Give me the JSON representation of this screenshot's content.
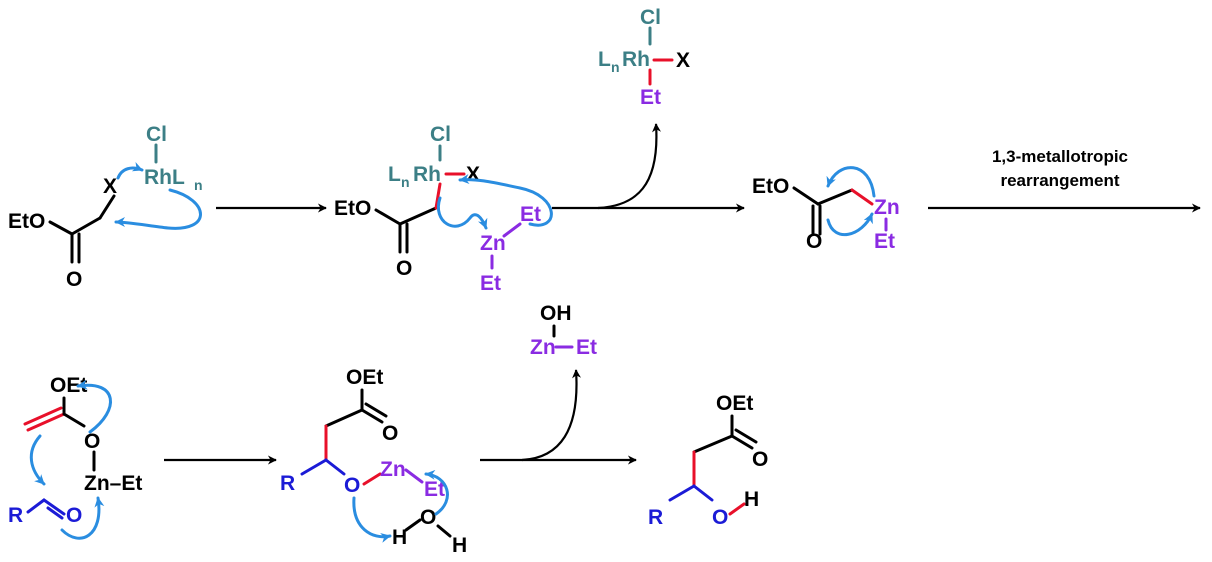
{
  "colors": {
    "black": "#000000",
    "metal_rh": "#3c7f86",
    "zinc_ethyl": "#8a2be2",
    "aldehyde": "#1b1bd6",
    "new_bond": "#e8102a",
    "electron_arrow": "#2a8de0"
  },
  "labels": {
    "eto": "EtO",
    "oet": "OEt",
    "o": "O",
    "x": "X",
    "cl": "Cl",
    "rh": "Rh",
    "rhl": "RhL",
    "l": "L",
    "n": "n",
    "et": "Et",
    "zn": "Zn",
    "zn_et": "Zn–Et",
    "oh": "OH",
    "h": "H",
    "r": "R"
  },
  "conditions": {
    "step3_line1": "1,3-metallotropic",
    "step3_line2": "rearrangement"
  }
}
